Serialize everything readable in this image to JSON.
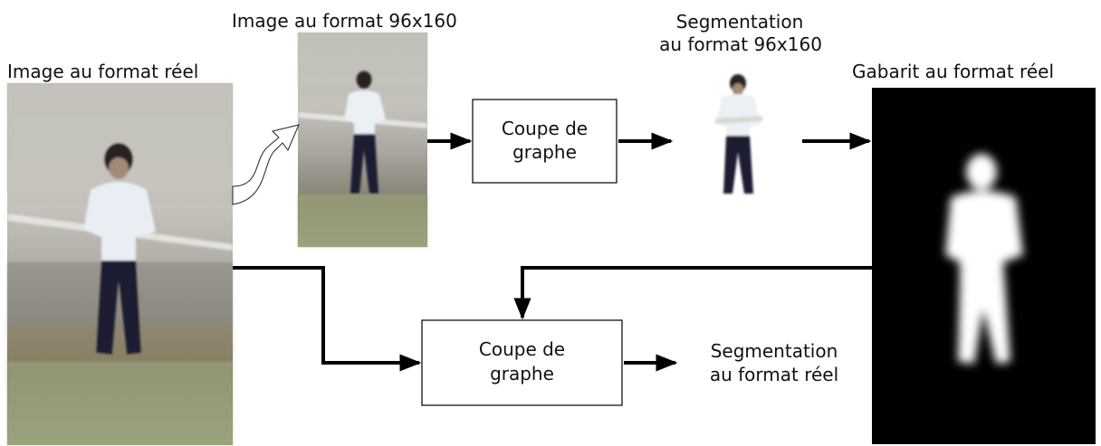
{
  "labels": {
    "real_image": "Image au format réel",
    "small_image": "Image au format 96x160",
    "small_seg_line1": "Segmentation",
    "small_seg_line2": "au format 96x160",
    "template": "Gabarit au format réel",
    "final_seg_line1": "Segmentation",
    "final_seg_line2": "au format réel"
  },
  "boxes": {
    "top_line1": "Coupe de",
    "top_line2": "graphe",
    "bottom_line1": "Coupe de",
    "bottom_line2": "graphe"
  },
  "colors": {
    "arrow": "#000000",
    "box_border": "#000000",
    "template_bg": "#000000",
    "silhouette": "#ffffff"
  }
}
